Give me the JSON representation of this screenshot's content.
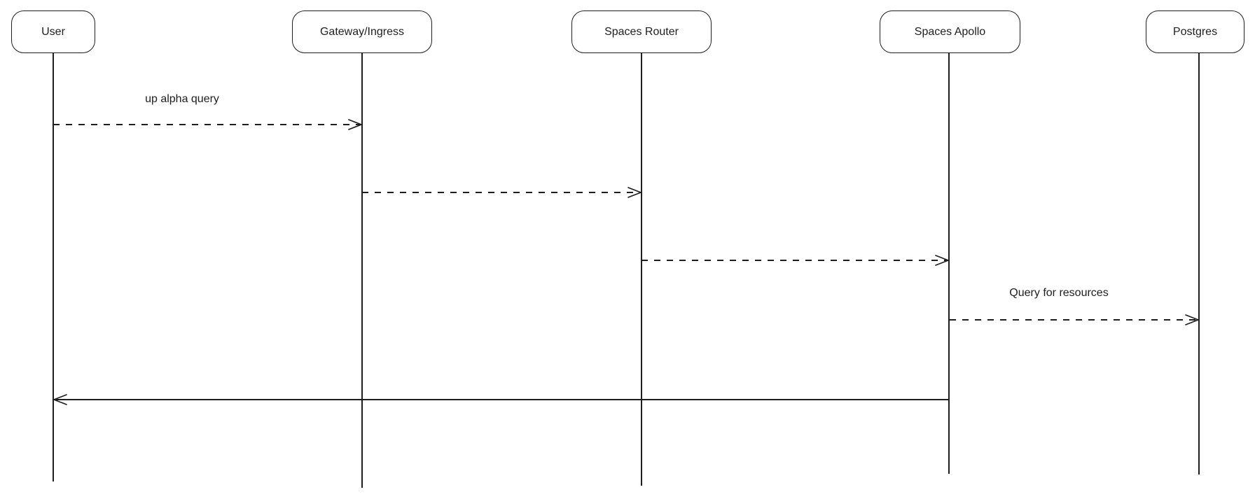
{
  "diagram": {
    "type": "sequence-diagram",
    "background_color": "#ffffff",
    "stroke_color": "#1e1e1e",
    "actors": [
      {
        "id": "user",
        "label": "User"
      },
      {
        "id": "gateway",
        "label": "Gateway/Ingress"
      },
      {
        "id": "spaces-router",
        "label": "Spaces Router"
      },
      {
        "id": "spaces-apollo",
        "label": "Spaces Apollo"
      },
      {
        "id": "postgres",
        "label": "Postgres"
      }
    ],
    "messages": [
      {
        "from": "User",
        "to": "Gateway/Ingress",
        "label": "up alpha query",
        "line": "dashed",
        "direction": "right"
      },
      {
        "from": "Gateway/Ingress",
        "to": "Spaces Router",
        "label": "",
        "line": "dashed",
        "direction": "right"
      },
      {
        "from": "Spaces Router",
        "to": "Spaces Apollo",
        "label": "",
        "line": "dashed",
        "direction": "right"
      },
      {
        "from": "Spaces Apollo",
        "to": "Postgres",
        "label": "Query for resources",
        "line": "dashed",
        "direction": "right"
      },
      {
        "from": "Spaces Apollo",
        "to": "User",
        "label": "",
        "line": "solid",
        "direction": "left"
      }
    ]
  }
}
